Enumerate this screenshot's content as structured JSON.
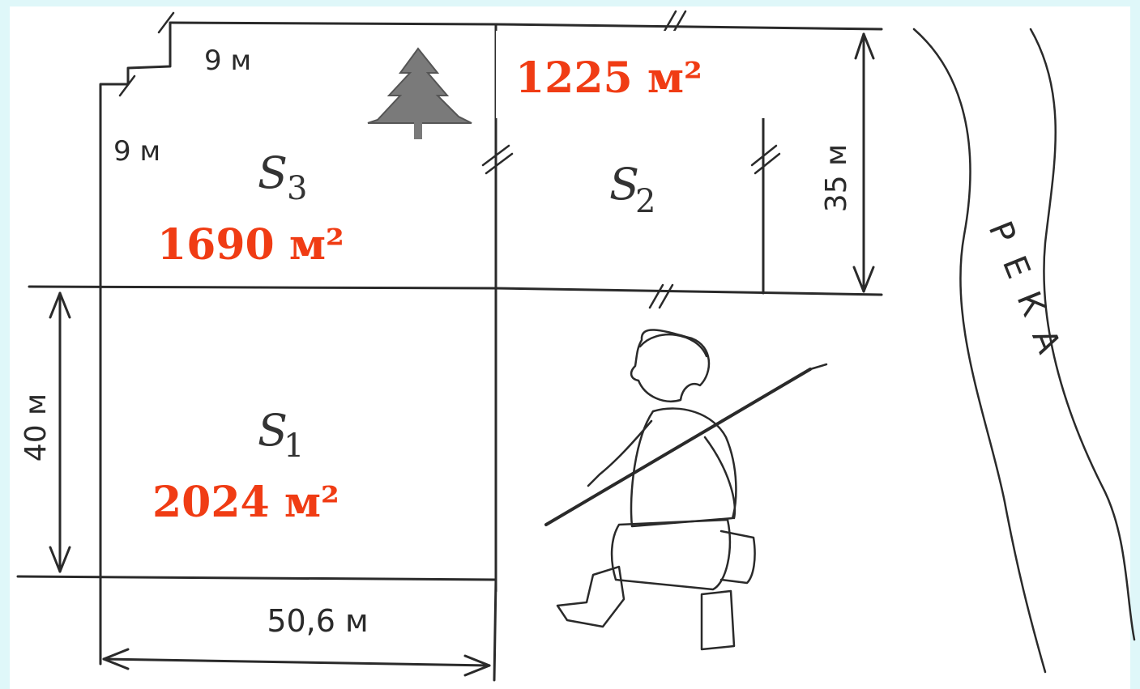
{
  "dimensions": {
    "side_9a": "9 м",
    "side_9b": "9 м",
    "height_35": "35 м",
    "height_40": "40 м",
    "width_50": "50,6 м"
  },
  "plots": {
    "s1": {
      "letter": "S",
      "index": "1"
    },
    "s2": {
      "letter": "S",
      "index": "2"
    },
    "s3": {
      "letter": "S",
      "index": "3"
    }
  },
  "areas": {
    "s1": "2024 м²",
    "s2": "1225 м²",
    "s3": "1690 м²"
  },
  "river_label": "РЕКА",
  "colors": {
    "area_text": "#f03c14",
    "ink": "#2a2a2a",
    "frame": "#dff7f9"
  },
  "icons": [
    "tree-icon",
    "boy-with-fishing-rod-illustration"
  ]
}
